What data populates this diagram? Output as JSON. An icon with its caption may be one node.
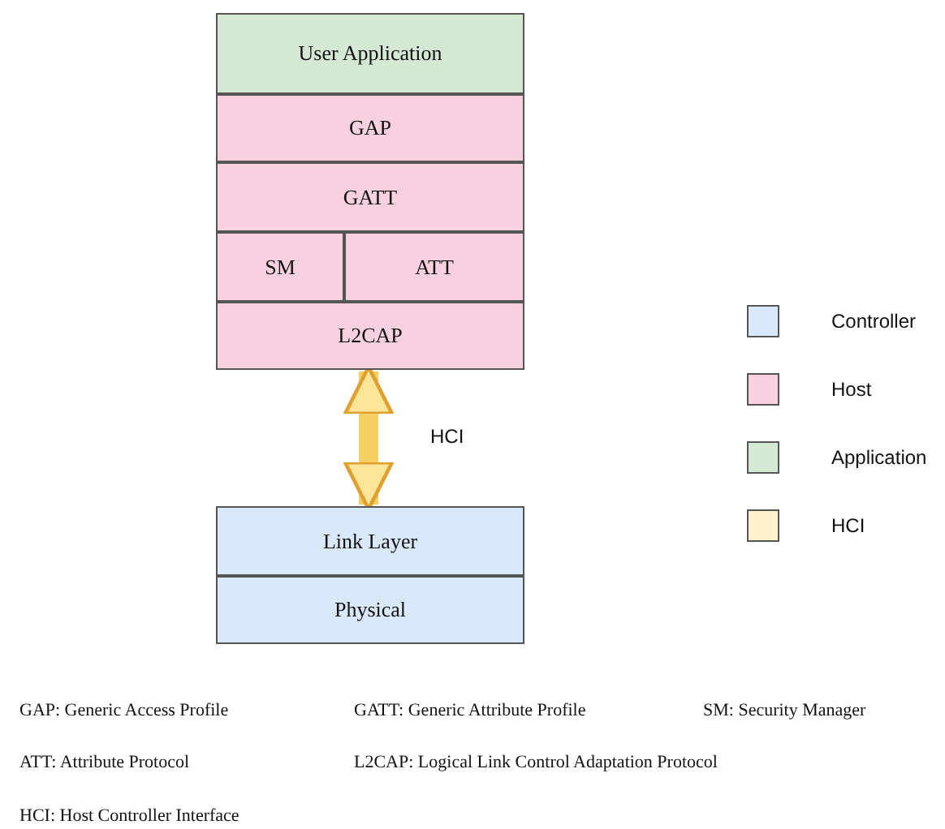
{
  "diagram": {
    "nodes": [
      {
        "text": [
          "User Application"
        ]
      },
      {
        "text": [
          "GAP"
        ]
      },
      {
        "text": [
          "GATT"
        ]
      },
      {
        "text": [
          "SM"
        ]
      },
      {
        "text": [
          "ATT"
        ]
      },
      {
        "text": [
          "L2CAP"
        ]
      },
      {
        "text": [
          "Link Layer"
        ]
      },
      {
        "text": [
          "Physical"
        ]
      }
    ],
    "edges": [
      {
        "from": 5,
        "to": 6,
        "arrow": "both",
        "label": "HCI"
      }
    ],
    "labels": [
      "GAP: Generic Access Profile",
      "GATT: Generic Attribute Profile",
      "SM: Security Manager",
      "ATT: Attribute Protocol",
      "L2CAP: Logical Link Control Adaptation Protocol",
      "HCI: Host Controller Interface"
    ],
    "legend": [
      {
        "text": "Controller",
        "color": "#dae8fc"
      },
      {
        "text": "Host",
        "color": "#f8d0e0"
      },
      {
        "text": "Application",
        "color": "#d5e8d4"
      },
      {
        "text": "HCI",
        "color": "#fff2cc"
      }
    ]
  }
}
